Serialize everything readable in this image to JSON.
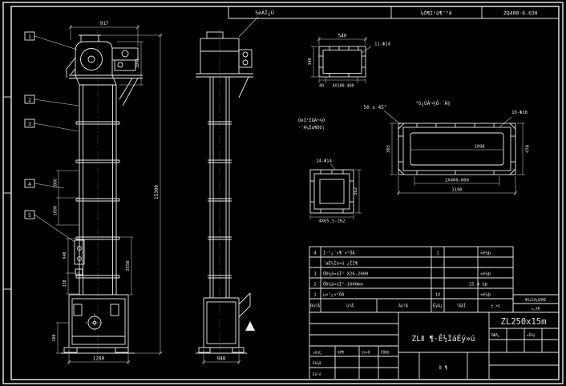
{
  "colors": {
    "background": "#000000",
    "line": "#ededed",
    "dim_line": "#cfcfcf"
  },
  "top_strip": {
    "inlet_label": "½øÁÏ¿Ú",
    "cell_left": "¼Ó¶Ì¹û¶¯°å",
    "cell_right": "ZQ400-6.63Ⅱ"
  },
  "front_view": {
    "callout_1": "1",
    "callout_2": "2",
    "callout_3": "3",
    "callout_4": "4",
    "callout_5": "5",
    "dim_top_width": "917",
    "dim_head_height": "1095",
    "dim_total_height": "15300",
    "dim_lower_section": "3550",
    "dim_mid_a": "1086",
    "dim_mid_b": "1090",
    "dim_low_a": "940",
    "dim_low_b": "330",
    "dim_boot_height": "180",
    "dim_boot_width": "1280"
  },
  "side_view": {
    "dim_boot_depth": "948"
  },
  "detail_inlet": {
    "dim_width": "540",
    "dim_offset": "40",
    "dim_height": "340",
    "holes_label": "11-Φ14",
    "spacing_label": "4X100-400"
  },
  "detail_flange": {
    "chamfer_label": "50 x 45°",
    "title_label": "³ö¿ÚÁ¬½Ó·¨À¼",
    "note_line1": "ÓëÍ²ÌåÁ¬½Ó",
    "note_line2": "·¨À¼Ïà¶ÔÓ¦",
    "holes_label": "10-Φ18",
    "dim_slot": "1098",
    "dim_height": "365",
    "dim_right": "470",
    "spacing_label": "2X400-800",
    "dim_width": "1190"
  },
  "detail_boot_flange": {
    "holes_label": "14-Φ14",
    "dim_height": "362",
    "spacing_label": "4X65.5-262"
  },
  "parts_table": {
    "headers": {
      "no": "ÐòºÅ",
      "code": "´úºÅ",
      "name": "Ãû³Æ",
      "qty": "ÊýÁ¿",
      "material": "²ÄÁÏ",
      "note": "±¸×¢"
    },
    "rows": [
      {
        "no": "4",
        "name": "Í·²¿´«¶¯×°ÖÃ",
        "qty": "1",
        "note": "×é¼þ"
      },
      {
        "no": "",
        "name": "´øÊ½Ìá»ú ¿ÌÌ¶",
        "qty": "",
        "note": ""
      },
      {
        "no": "3",
        "name": "ÖÐ¼ä»úÍ² X26-2000",
        "qty": "",
        "note": "×é¼þ"
      },
      {
        "no": "2",
        "name": "ÖÐ¼ä»úÍ²-1000mm",
        "qty": "",
        "note": "25.4 ¼þ"
      },
      {
        "no": "1",
        "name": "µ×²¿×°ÖÃ",
        "qty": "1X",
        "note": "×é¼þ"
      }
    ]
  },
  "revision_strip": {
    "line1": "¶Ä±Ìê¼XÖ¶Ê",
    "line2": "±,X¶"
  },
  "title_block": {
    "model": "ZL250x15m",
    "title": "ZLⅡ ¶·Ê½ÌáÉý»ú",
    "sheet_info": "Ⅱ  ¶",
    "label_mark": "±ê¼Ç",
    "label_count": "XÖ¶",
    "label_sign": "Ç©×Ö",
    "label_date": "ÈÕÆÚ",
    "label_design": "Éè¼Æ",
    "label_check": "Éó²é",
    "label_weight": "ÖØÁ¿",
    "label_scale": "±ÈÀý"
  }
}
